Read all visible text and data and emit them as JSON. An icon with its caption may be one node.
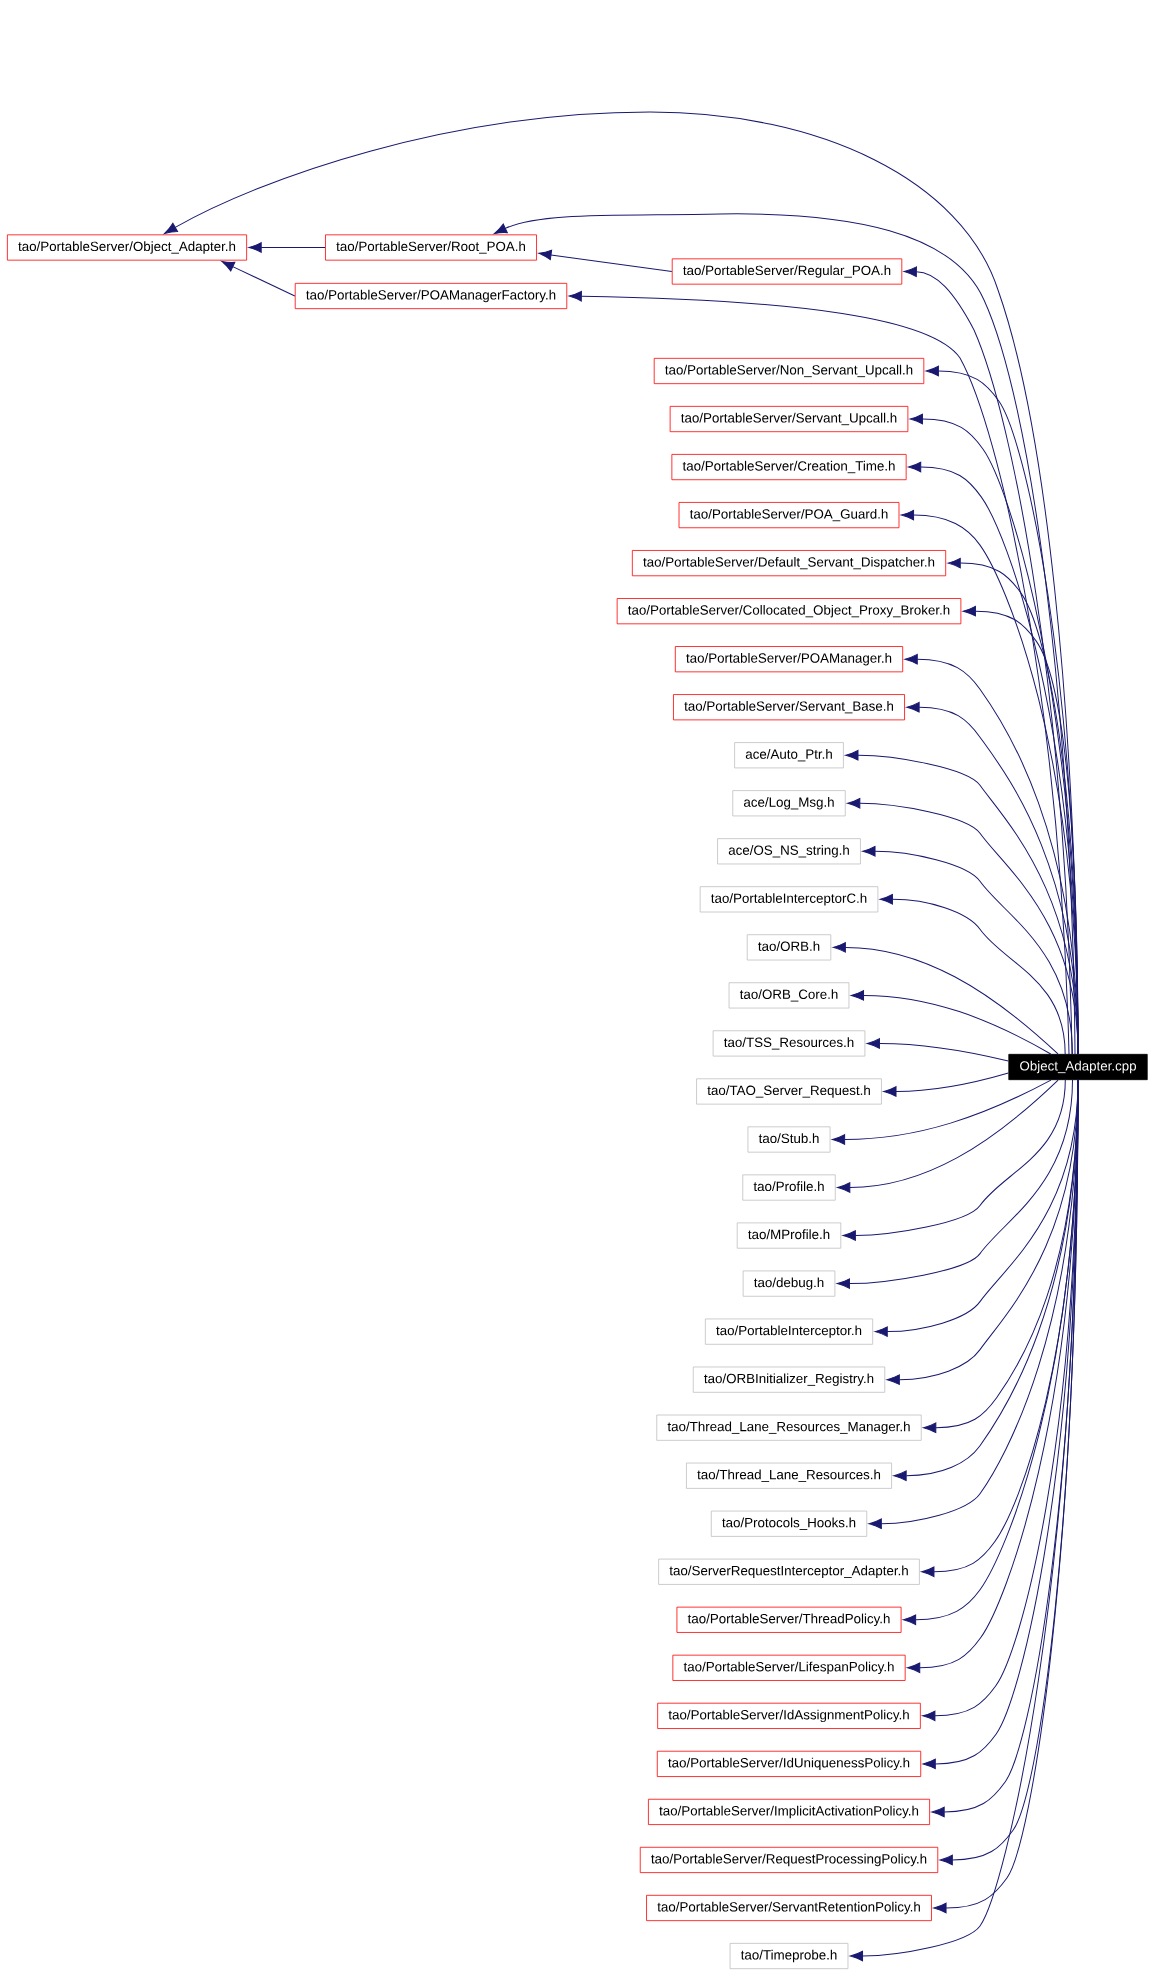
{
  "diagram": {
    "nodes": [
      {
        "text": [
          "tao/PortableServer/Object_Adapter.h"
        ]
      },
      {
        "text": [
          "tao/PortableServer/Root_POA.h"
        ]
      },
      {
        "text": [
          "tao/PortableServer/Regular_POA.h"
        ]
      },
      {
        "text": [
          "tao/PortableServer/POAManagerFactory.h"
        ]
      },
      {
        "text": [
          "tao/PortableServer/Non_Servant_Upcall.h"
        ]
      },
      {
        "text": [
          "tao/PortableServer/Servant_Upcall.h"
        ]
      },
      {
        "text": [
          "tao/PortableServer/Creation_Time.h"
        ]
      },
      {
        "text": [
          "tao/PortableServer/POA_Guard.h"
        ]
      },
      {
        "text": [
          "tao/PortableServer/Default_Servant_Dispatcher.h"
        ]
      },
      {
        "text": [
          "tao/PortableServer/Collocated_Object_Proxy_Broker.h"
        ]
      },
      {
        "text": [
          "tao/PortableServer/POAManager.h"
        ]
      },
      {
        "text": [
          "tao/PortableServer/Servant_Base.h"
        ]
      },
      {
        "text": [
          "ace/Auto_Ptr.h"
        ]
      },
      {
        "text": [
          "ace/Log_Msg.h"
        ]
      },
      {
        "text": [
          "ace/OS_NS_string.h"
        ]
      },
      {
        "text": [
          "tao/PortableInterceptorC.h"
        ]
      },
      {
        "text": [
          "tao/ORB.h"
        ]
      },
      {
        "text": [
          "tao/ORB_Core.h"
        ]
      },
      {
        "text": [
          "tao/TSS_Resources.h"
        ]
      },
      {
        "text": [
          "Object_Adapter.cpp"
        ]
      },
      {
        "text": [
          "tao/TAO_Server_Request.h"
        ]
      },
      {
        "text": [
          "tao/Stub.h"
        ]
      },
      {
        "text": [
          "tao/Profile.h"
        ]
      },
      {
        "text": [
          "tao/MProfile.h"
        ]
      },
      {
        "text": [
          "tao/debug.h"
        ]
      },
      {
        "text": [
          "tao/PortableInterceptor.h"
        ]
      },
      {
        "text": [
          "tao/ORBInitializer_Registry.h"
        ]
      },
      {
        "text": [
          "tao/Thread_Lane_Resources_Manager.h"
        ]
      },
      {
        "text": [
          "tao/Thread_Lane_Resources.h"
        ]
      },
      {
        "text": [
          "tao/Protocols_Hooks.h"
        ]
      },
      {
        "text": [
          "tao/ServerRequestInterceptor_Adapter.h"
        ]
      },
      {
        "text": [
          "tao/PortableServer/ThreadPolicy.h"
        ]
      },
      {
        "text": [
          "tao/PortableServer/LifespanPolicy.h"
        ]
      },
      {
        "text": [
          "tao/PortableServer/IdAssignmentPolicy.h"
        ]
      },
      {
        "text": [
          "tao/PortableServer/IdUniquenessPolicy.h"
        ]
      },
      {
        "text": [
          "tao/PortableServer/ImplicitActivationPolicy.h"
        ]
      },
      {
        "text": [
          "tao/PortableServer/RequestProcessingPolicy.h"
        ]
      },
      {
        "text": [
          "tao/PortableServer/ServantRetentionPolicy.h"
        ]
      },
      {
        "text": [
          "tao/Timeprobe.h"
        ]
      }
    ],
    "edges": [
      {
        "from": 19,
        "to": 0,
        "arrow": "to"
      },
      {
        "from": 1,
        "to": 0,
        "arrow": "to"
      },
      {
        "from": 19,
        "to": 1,
        "arrow": "to"
      },
      {
        "from": 2,
        "to": 1,
        "arrow": "to"
      },
      {
        "from": 3,
        "to": 0,
        "arrow": "to"
      },
      {
        "from": 19,
        "to": 2,
        "arrow": "to"
      },
      {
        "from": 19,
        "to": 3,
        "arrow": "to"
      },
      {
        "from": 19,
        "to": 4,
        "arrow": "to"
      },
      {
        "from": 19,
        "to": 5,
        "arrow": "to"
      },
      {
        "from": 19,
        "to": 6,
        "arrow": "to"
      },
      {
        "from": 19,
        "to": 7,
        "arrow": "to"
      },
      {
        "from": 19,
        "to": 8,
        "arrow": "to"
      },
      {
        "from": 19,
        "to": 9,
        "arrow": "to"
      },
      {
        "from": 19,
        "to": 10,
        "arrow": "to"
      },
      {
        "from": 19,
        "to": 11,
        "arrow": "to"
      },
      {
        "from": 19,
        "to": 12,
        "arrow": "to"
      },
      {
        "from": 19,
        "to": 13,
        "arrow": "to"
      },
      {
        "from": 19,
        "to": 14,
        "arrow": "to"
      },
      {
        "from": 19,
        "to": 15,
        "arrow": "to"
      },
      {
        "from": 19,
        "to": 16,
        "arrow": "to"
      },
      {
        "from": 19,
        "to": 17,
        "arrow": "to"
      },
      {
        "from": 19,
        "to": 18,
        "arrow": "to"
      },
      {
        "from": 19,
        "to": 20,
        "arrow": "to"
      },
      {
        "from": 19,
        "to": 21,
        "arrow": "to"
      },
      {
        "from": 19,
        "to": 22,
        "arrow": "to"
      },
      {
        "from": 19,
        "to": 23,
        "arrow": "to"
      },
      {
        "from": 19,
        "to": 24,
        "arrow": "to"
      },
      {
        "from": 19,
        "to": 25,
        "arrow": "to"
      },
      {
        "from": 19,
        "to": 26,
        "arrow": "to"
      },
      {
        "from": 19,
        "to": 27,
        "arrow": "to"
      },
      {
        "from": 19,
        "to": 28,
        "arrow": "to"
      },
      {
        "from": 19,
        "to": 29,
        "arrow": "to"
      },
      {
        "from": 19,
        "to": 30,
        "arrow": "to"
      },
      {
        "from": 19,
        "to": 31,
        "arrow": "to"
      },
      {
        "from": 19,
        "to": 32,
        "arrow": "to"
      },
      {
        "from": 19,
        "to": 33,
        "arrow": "to"
      },
      {
        "from": 19,
        "to": 34,
        "arrow": "to"
      },
      {
        "from": 19,
        "to": 35,
        "arrow": "to"
      },
      {
        "from": 19,
        "to": 36,
        "arrow": "to"
      },
      {
        "from": 19,
        "to": 37,
        "arrow": "to"
      },
      {
        "from": 19,
        "to": 38,
        "arrow": "to"
      }
    ]
  }
}
